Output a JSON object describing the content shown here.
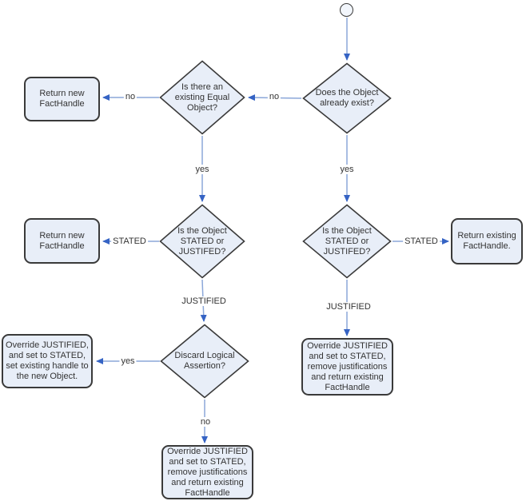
{
  "colors": {
    "background": "#ffffff",
    "node_fill": "#e8eef8",
    "node_border": "#3a3a3a",
    "line": "#8ba7d9",
    "arrow": "#3563c4",
    "text": "#333333",
    "start_fill": "#f2f6fc"
  },
  "nodes": {
    "decision_exists": {
      "lines": [
        "Does the Object",
        "already exist?"
      ]
    },
    "decision_equal": {
      "lines": [
        "Is there an",
        "existing Equal",
        "Object?"
      ]
    },
    "return_new_top": {
      "lines": [
        "Return new",
        "FactHandle"
      ]
    },
    "return_new_mid": {
      "lines": [
        "Return new",
        "FactHandle"
      ]
    },
    "decision_stated_left": {
      "lines": [
        "Is the Object",
        "STATED or",
        "JUSTIFED?"
      ]
    },
    "decision_stated_right": {
      "lines": [
        "Is the Object",
        "STATED or",
        "JUSTIFED?"
      ]
    },
    "return_existing": {
      "lines": [
        "Return existing",
        "FactHandle."
      ]
    },
    "decision_discard": {
      "lines": [
        "Discard Logical",
        "Assertion?"
      ]
    },
    "override_new_object": {
      "lines": [
        "Override JUSTIFIED,",
        "and set to STATED,",
        "set existing handle to",
        "the new Object."
      ]
    },
    "override_right": {
      "lines": [
        "Override JUSTIFIED",
        "and set to STATED,",
        "remove justifications",
        "and return existing",
        "FactHandle"
      ]
    },
    "override_bottom": {
      "lines": [
        "Override JUSTIFIED",
        "and set to STATED,",
        "remove justifications",
        "and return existing",
        "FactHandle"
      ]
    }
  },
  "edge_labels": {
    "exist_no": "no",
    "equal_no": "no",
    "exist_yes": "yes",
    "equal_yes": "yes",
    "stated_left": "STATED",
    "stated_right": "STATED",
    "justified_left": "JUSTIFIED",
    "justified_right": "JUSTIFIED",
    "discard_yes": "yes",
    "discard_no": "no"
  }
}
